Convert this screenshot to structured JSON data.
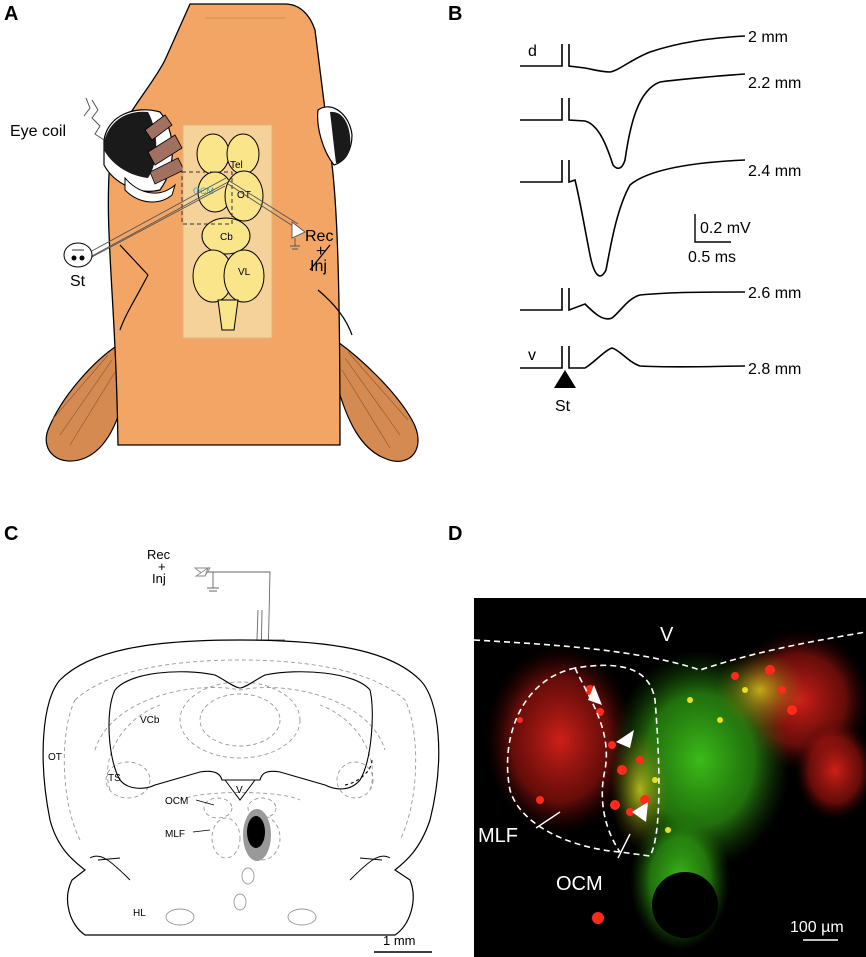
{
  "panels": {
    "a": {
      "letter": "A",
      "eye_coil": "Eye coil",
      "stim": "St",
      "rec_top": "Rec",
      "rec_plus": "+",
      "rec_bottom": "Inj",
      "brain": {
        "tel": "Tel",
        "ot": "OT",
        "ocm": "OCM",
        "cb": "Cb",
        "vl": "VL"
      }
    },
    "b": {
      "letter": "B",
      "dorsal": "d",
      "ventral": "v",
      "stim": "St",
      "depths": [
        "2 mm",
        "2.2 mm",
        "2.4 mm",
        "2.6 mm",
        "2.8 mm"
      ],
      "scale_v": "0.2 mV",
      "scale_t": "0.5 ms"
    },
    "c": {
      "letter": "C",
      "rec_top": "Rec",
      "rec_plus": "+",
      "rec_bottom": "Inj",
      "regions": {
        "vcb": "VCb",
        "ot": "OT",
        "ts": "TS",
        "v": "V",
        "ocm": "OCM",
        "mlf": "MLF",
        "hl": "HL"
      },
      "scale": "1 mm"
    },
    "d": {
      "letter": "D",
      "v": "V",
      "mlf": "MLF",
      "ocm": "OCM",
      "scale": "100 µm"
    }
  },
  "colors": {
    "head": "#f2a564",
    "fin": "#d58a52",
    "window": "#f6d29b",
    "brain": "#fbe58a",
    "ocm_label": "#29a9d6",
    "label_red": "#e5231b",
    "label_green": "#3ec51a",
    "background_d": "#000000"
  }
}
